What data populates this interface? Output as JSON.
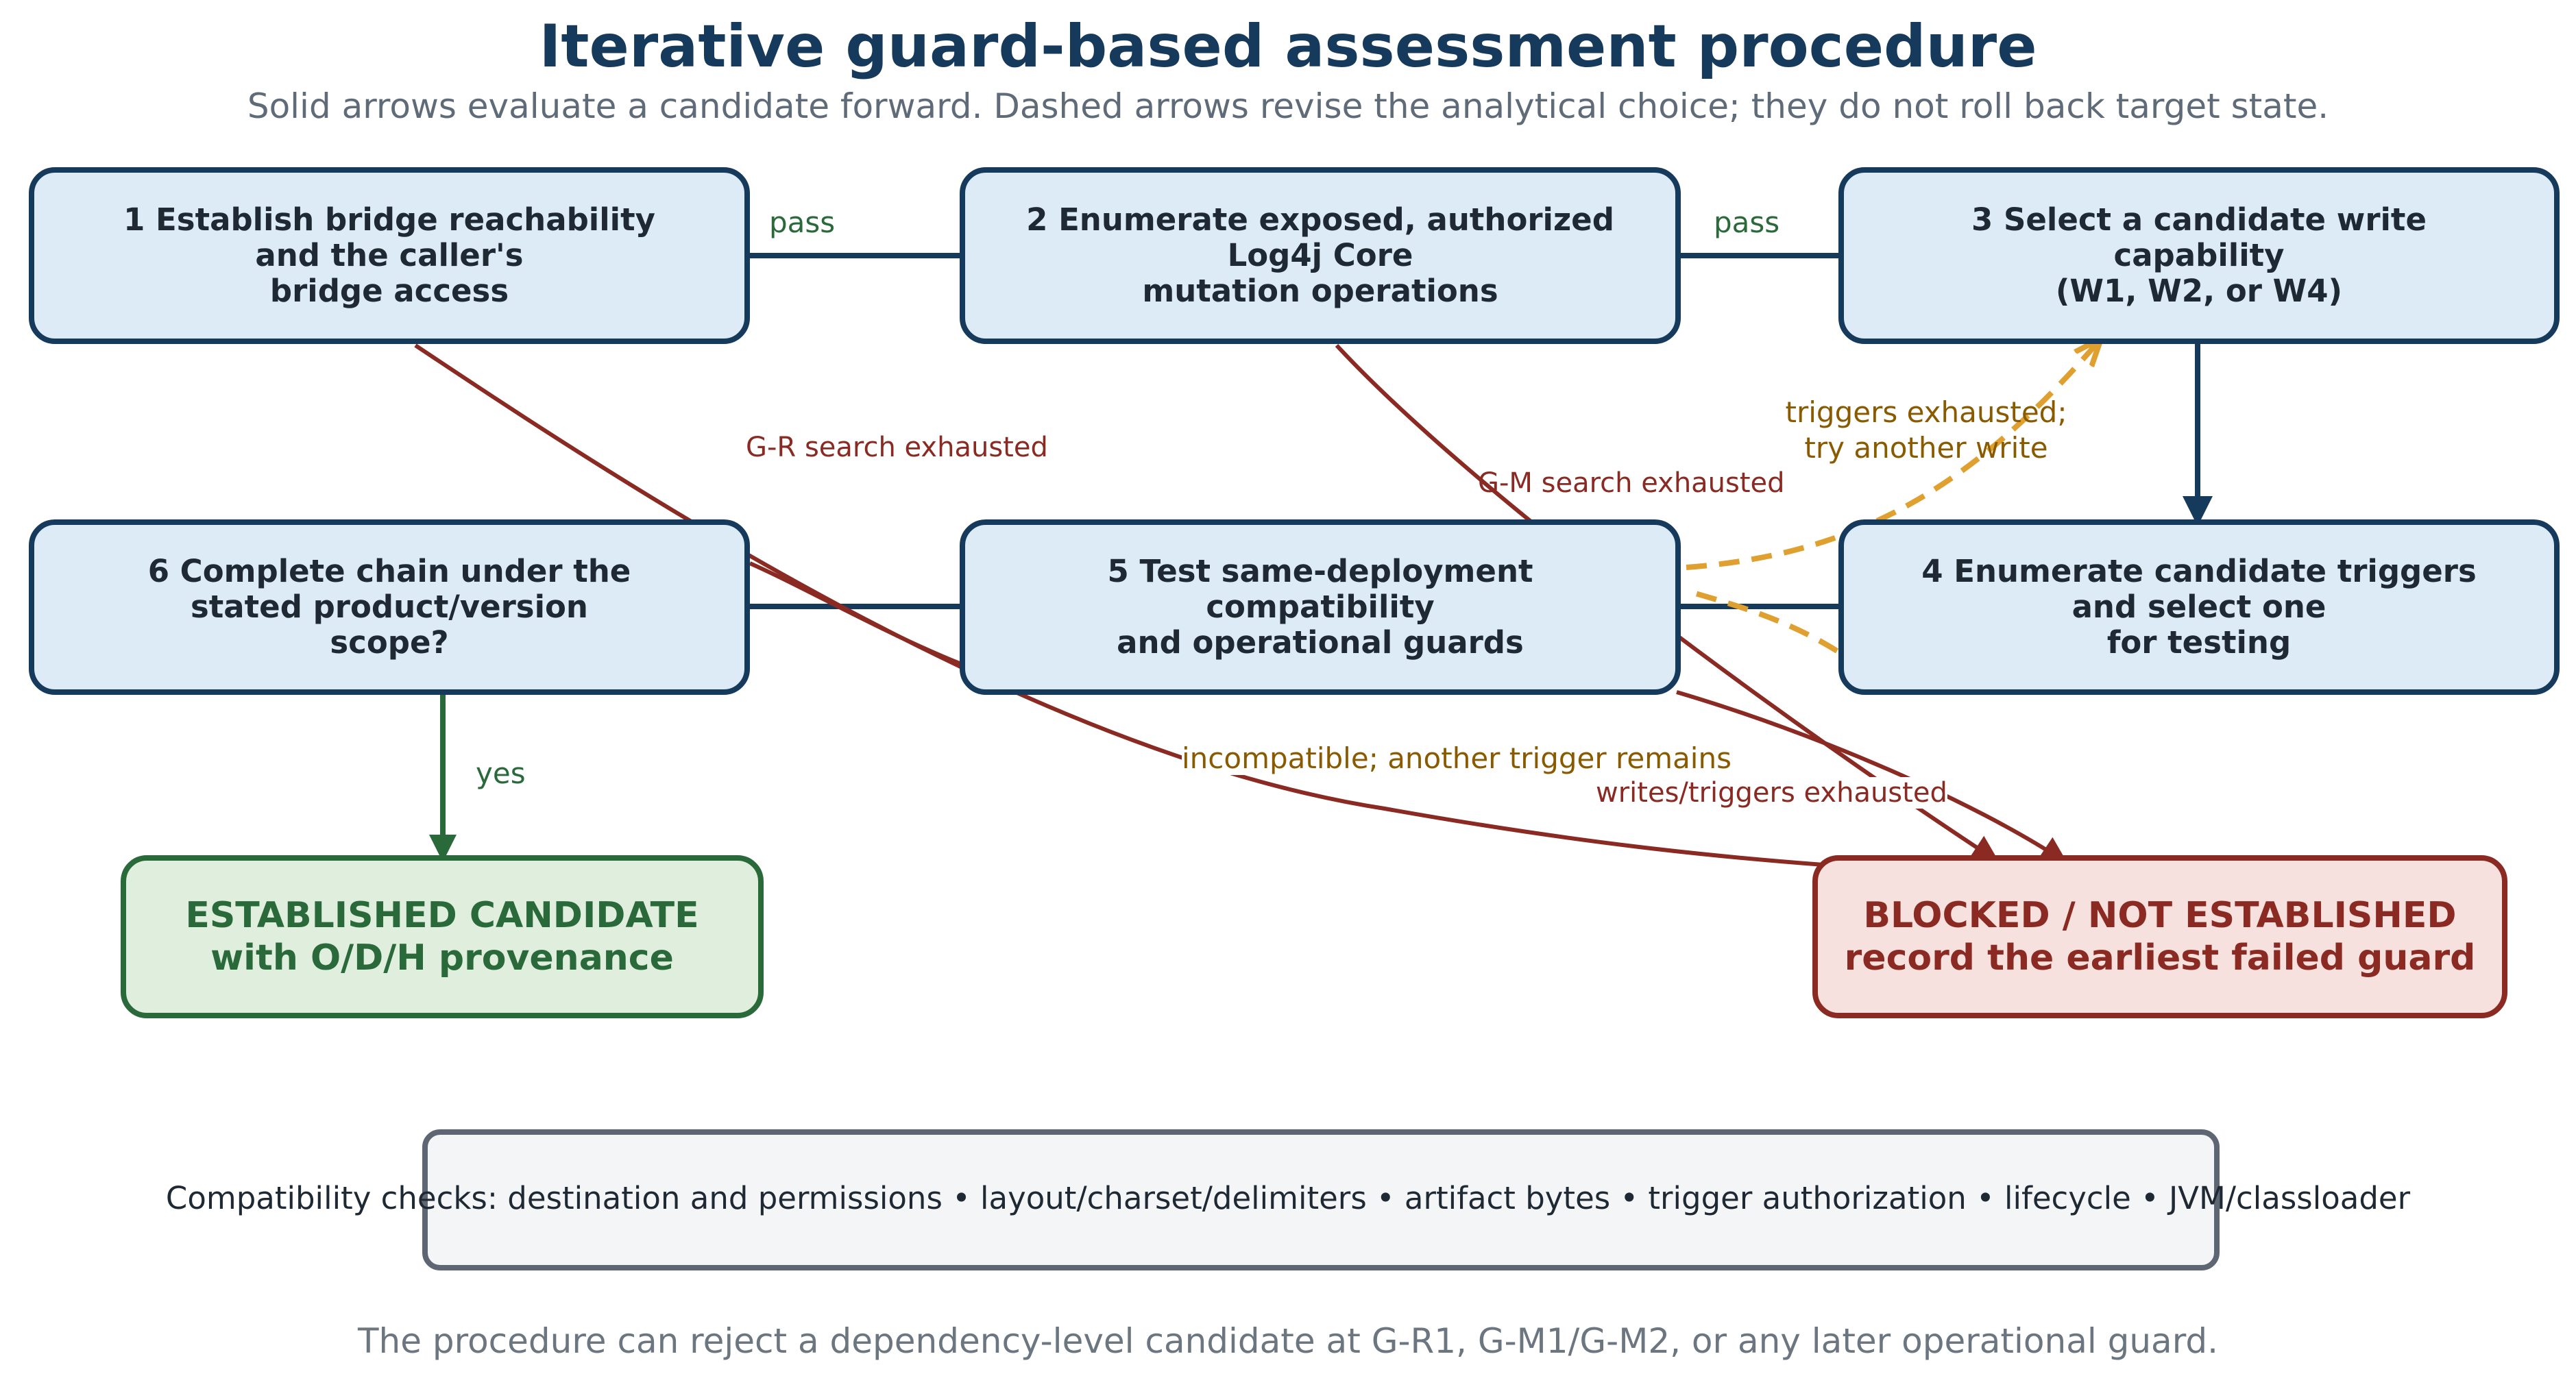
{
  "title": "Iterative guard-based assessment procedure",
  "subtitle": "Solid arrows evaluate a candidate forward. Dashed arrows revise the analytical choice; they do not roll back target state.",
  "steps": {
    "s1": "1  Establish bridge reachability\nand the caller's\nbridge access",
    "s2": "2  Enumerate exposed, authorized\nLog4j Core\nmutation operations",
    "s3": "3  Select a candidate write\ncapability\n(W1, W2, or W4)",
    "s4": "4  Enumerate candidate triggers\nand select one\nfor testing",
    "s5": "5  Test same-deployment\ncompatibility\nand operational guards",
    "s6": "6  Complete chain under the\nstated product/version\nscope?"
  },
  "outcomes": {
    "established": "ESTABLISHED CANDIDATE\nwith O/D/H provenance",
    "blocked": "BLOCKED / NOT ESTABLISHED\nrecord the earliest failed guard"
  },
  "edge_labels": {
    "pass1": "pass",
    "pass2": "pass",
    "gr": "G-R search exhausted",
    "gm": "G-M search exhausted",
    "triggers_exhausted_1": "triggers exhausted;",
    "triggers_exhausted_2": "try another write",
    "incompatible": "incompatible; another trigger remains",
    "writes_exhausted": "writes/triggers exhausted",
    "yes": "yes"
  },
  "compatibility": "Compatibility checks: destination and permissions • layout/charset/delimiters • artifact bytes • trigger authorization • lifecycle • JVM/classloader",
  "footnote": "The procedure can reject a dependency-level candidate at G-R1, G-M1/G-M2, or any later operational guard.",
  "colors": {
    "navy": "#163a5c",
    "step_fill": "#dcebf6",
    "green": "#2a6a3a",
    "red": "#8a2a22",
    "dashed_orange": "#e0a030",
    "amber_text": "#8a5a00"
  }
}
